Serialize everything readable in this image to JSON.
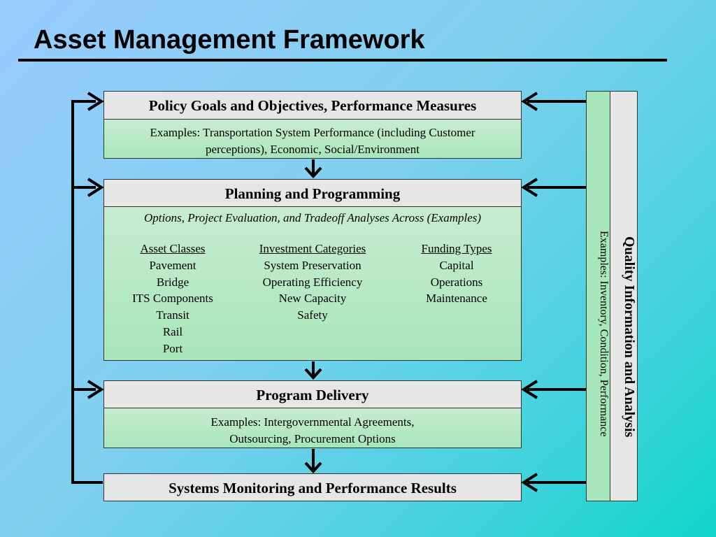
{
  "slide": {
    "title": "Asset Management Framework"
  },
  "policy": {
    "title": "Policy Goals and Objectives, Performance Measures",
    "examples_line1": "Examples:  Transportation System Performance (including Customer",
    "examples_line2": "perceptions), Economic, Social/Environment"
  },
  "planning": {
    "title": "Planning and Programming",
    "options": "Options, Project Evaluation, and Tradeoff Analyses Across (Examples)",
    "columns": [
      {
        "header": "Asset Classes",
        "items": [
          "Pavement",
          "Bridge",
          "ITS Components",
          "Transit",
          "Rail",
          "Port"
        ]
      },
      {
        "header": "Investment Categories",
        "items": [
          "System Preservation",
          "Operating Efficiency",
          "New Capacity",
          "Safety"
        ]
      },
      {
        "header": "Funding Types",
        "items": [
          "Capital",
          "Operations",
          "Maintenance"
        ]
      }
    ]
  },
  "delivery": {
    "title": "Program Delivery",
    "examples_line1": "Examples:  Intergovernmental Agreements,",
    "examples_line2": "Outsourcing, Procurement Options"
  },
  "monitoring": {
    "title": "Systems Monitoring and Performance Results"
  },
  "quality": {
    "title": "Quality Information and Analysis",
    "examples": "Examples:  Inventory, Condition, Performance"
  },
  "colors": {
    "header_fill": "#e6e6e6",
    "body_fill": "#a8e6bb",
    "arrow": "#000000"
  }
}
